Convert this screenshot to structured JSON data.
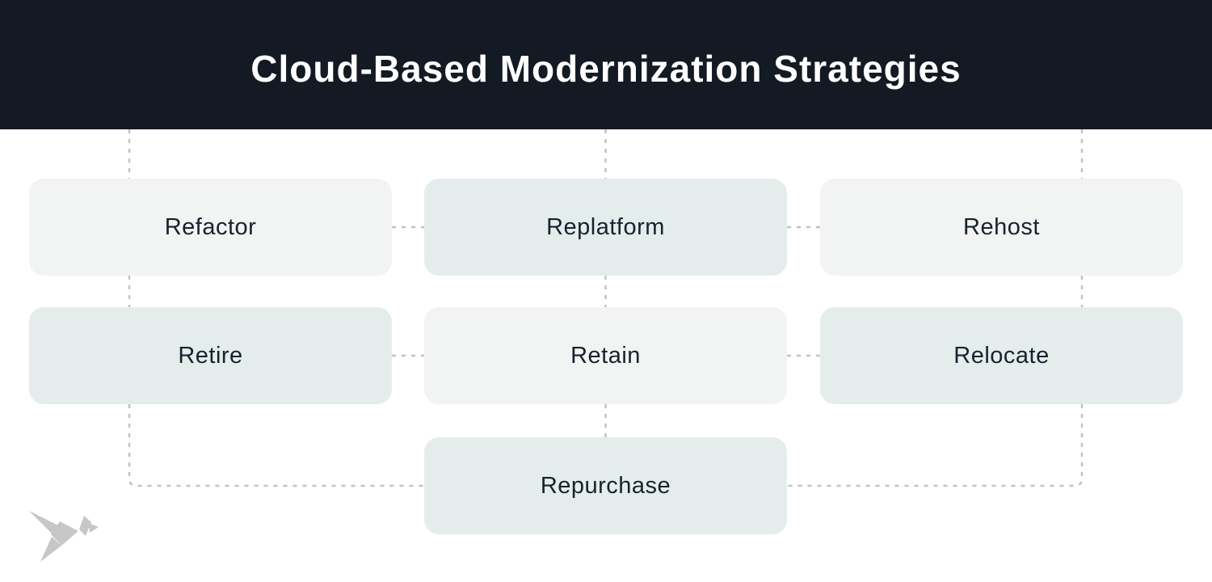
{
  "header": {
    "title": "Cloud-Based Modernization Strategies",
    "background_color": "#131a23",
    "text_color": "#ffffff"
  },
  "diagram": {
    "nodes": [
      {
        "label": "Refactor",
        "row": 1,
        "col": 1,
        "variant": "gray"
      },
      {
        "label": "Replatform",
        "row": 1,
        "col": 2,
        "variant": "mint"
      },
      {
        "label": "Rehost",
        "row": 1,
        "col": 3,
        "variant": "gray"
      },
      {
        "label": "Retire",
        "row": 2,
        "col": 1,
        "variant": "mint"
      },
      {
        "label": "Retain",
        "row": 2,
        "col": 2,
        "variant": "gray"
      },
      {
        "label": "Relocate",
        "row": 2,
        "col": 3,
        "variant": "mint"
      },
      {
        "label": "Repurchase",
        "row": 3,
        "col": 2,
        "variant": "mint"
      }
    ],
    "colors": {
      "gray_box": "#f2f3f3",
      "mint_box": "#e5edec",
      "label_text": "#17222d",
      "connector": "#c2c2c2",
      "logo": "#c7c7c7"
    },
    "connector_style": "dashed"
  },
  "icons": {
    "logo": "origami-bird-logo"
  }
}
